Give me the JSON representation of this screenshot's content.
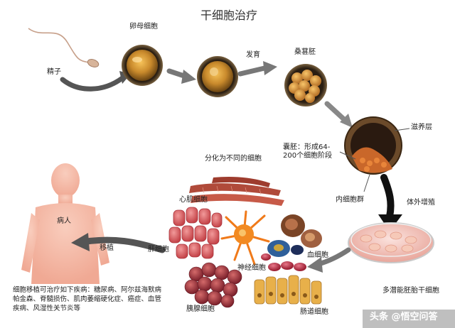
{
  "title": "干细胞治疗",
  "labels": {
    "egg": "卵母细胞",
    "sperm": "精子",
    "develop": "发育",
    "morula": "桑葚胚",
    "trophoblast": "滋养层",
    "blastocyst": "囊胚：形成64-200个细胞阶段",
    "inner_mass": "内细胞群",
    "culture": "体外增殖",
    "pluripotent": "多潜能胚胎干细胞",
    "differentiate": "分化为不同的细胞",
    "cardiac": "心肌细胞",
    "liver": "肝细胞",
    "nerve": "神经细胞",
    "blood": "血细胞",
    "pancreas": "胰腺细胞",
    "intestine": "肠道细胞",
    "transplant": "移植",
    "patient": "病人",
    "diseases": "细胞移植可治疗如下疾病：糖尿病、阿尔兹海默病帕金森、脊髓损伤、肌肉萎缩硬化症、癌症、血管疾病、风湿性关节炎等"
  },
  "watermark": "头条 @悟空问答",
  "colors": {
    "arrow": "#4a4a4a",
    "cell_gold": "#c98a2c",
    "cell_dark": "#3a2a1a",
    "muscle": "#b04a3a",
    "red_cell": "#c8324a",
    "body": "#f4b6a3"
  }
}
